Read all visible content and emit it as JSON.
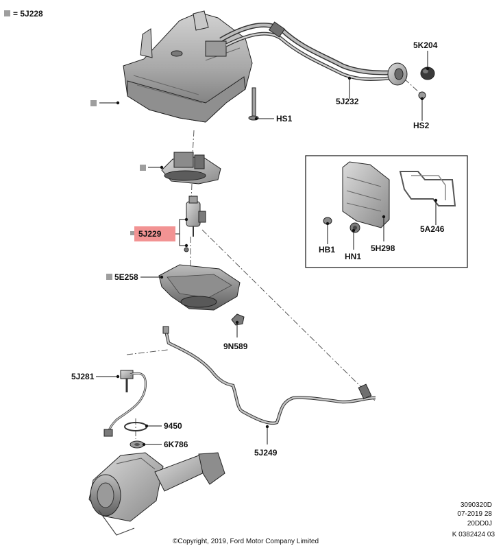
{
  "legend": {
    "equals_text": "= 5J228",
    "marker_color": "#9e9e9e"
  },
  "labels": {
    "hs1": "HS1",
    "k5_204": "5K204",
    "j5_232": "5J232",
    "hs2": "HS2",
    "a5_246": "5A246",
    "hb1": "HB1",
    "hn1": "HN1",
    "h5_298": "5H298",
    "j5_229": "5J229",
    "e5_258": "5E258",
    "n9_589": "9N589",
    "j5_281": "5J281",
    "n9450": "9450",
    "k6_786": "6K786",
    "j5_249": "5J249"
  },
  "highlight_color": "#f08080",
  "footer": {
    "copyright": "©Copyright, 2019, Ford Motor Company Limited",
    "code_lines": [
      "3090320D",
      "07-2019 28",
      "20DD0J",
      "K 0382424 03"
    ]
  }
}
